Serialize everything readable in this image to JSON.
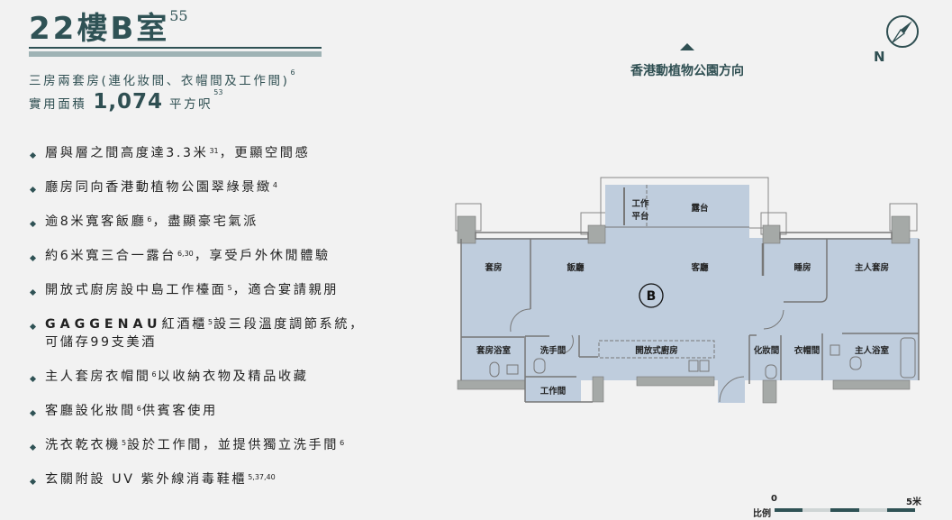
{
  "header": {
    "title": "22樓B室",
    "title_note": "55",
    "layout": "三房兩套房(連化妝間、衣帽間及工作間)",
    "layout_note": "6",
    "area_label": "實用面積",
    "area_value": "1,074",
    "area_unit": "平方呎",
    "area_note": "53"
  },
  "features": [
    {
      "pre": "層與層之間高度達3.3米",
      "note": "31",
      "post": "，更顯空間感"
    },
    {
      "pre": "廳房同向香港動植物公園翠綠景緻",
      "note": "4",
      "post": ""
    },
    {
      "pre": "逾8米寬客飯廳",
      "note": "6",
      "post": "，盡顯豪宅氣派"
    },
    {
      "pre": "約6米寬三合一露台",
      "note": "6,30",
      "post": "，享受戶外休閒體驗"
    },
    {
      "pre": "開放式廚房設中島工作檯面",
      "note": "5",
      "post": "，適合宴請親朋"
    },
    {
      "brand": "GAGGENAU",
      "pre": "紅酒櫃",
      "note": "5",
      "post": "設三段溫度調節系統，",
      "line2": "可儲存99支美酒"
    },
    {
      "pre": "主人套房衣帽間",
      "note": "6",
      "post": "以收納衣物及精品收藏"
    },
    {
      "pre": "客廳設化妝間",
      "note": "6",
      "post": "供賓客使用"
    },
    {
      "pre": "洗衣乾衣機",
      "note": "5",
      "post": "設於工作間，並提供獨立洗手間",
      "note2": "6"
    },
    {
      "pre": "玄關附設 UV 紫外線消毒鞋櫃",
      "note": "5,37,40",
      "post": ""
    }
  ],
  "orientation": {
    "direction_label": "香港動植物公園方向",
    "north_label": "N",
    "icon": "compass-icon"
  },
  "floorplan": {
    "unit_marker": "B",
    "rooms": {
      "suite": "套房",
      "dining": "飯廳",
      "living": "客廳",
      "bedroom": "睡房",
      "master_suite": "主人套房",
      "suite_bath": "套房浴室",
      "wc": "洗手間",
      "kitchen": "開放式廚房",
      "powder": "化妝間",
      "walk_in": "衣帽間",
      "master_bath": "主人浴室",
      "utility": "工作間",
      "balcony": "露台",
      "work_platform_1": "工作",
      "work_platform_2": "平台"
    }
  },
  "scale": {
    "label": "比例",
    "start": "0",
    "end": "5米"
  },
  "colors": {
    "accent": "#2f5255",
    "accent_light": "#9fb3b5",
    "floor": "#bfcddd",
    "wall": "#a5a9a7"
  }
}
